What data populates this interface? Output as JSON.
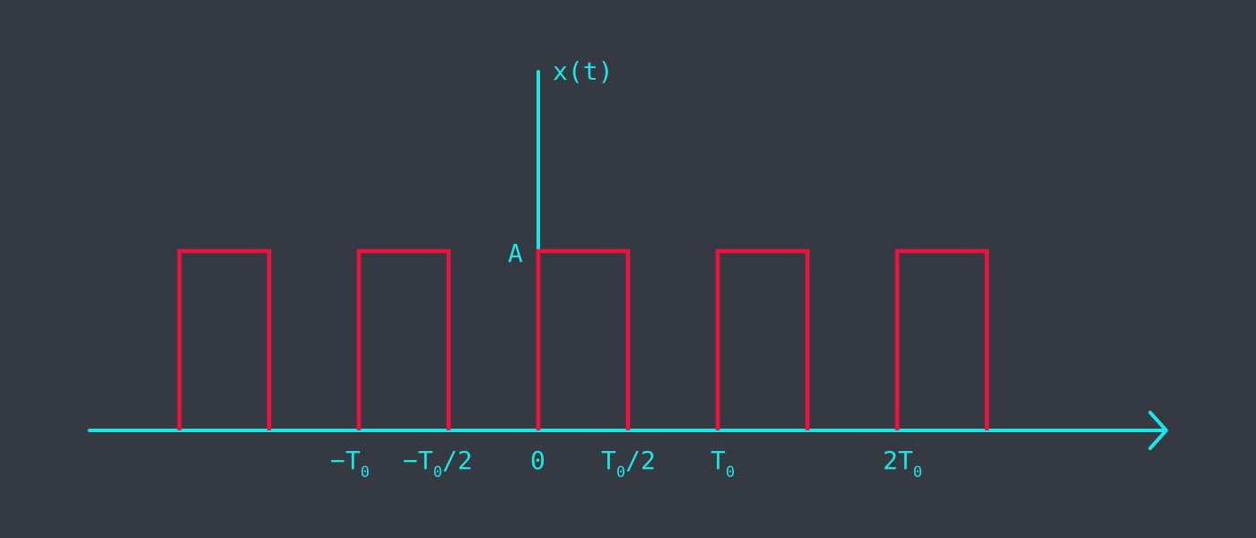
{
  "colors": {
    "background": "#353941",
    "axis": "#19e6e6",
    "signal": "#f0123c"
  },
  "y_axis_label": "x(t)",
  "amplitude_label": "A",
  "tick_labels": [
    {
      "main": "−T",
      "sub": "0",
      "tail": ""
    },
    {
      "main": "−T",
      "sub": "0",
      "tail": "/2"
    },
    {
      "main": "0",
      "sub": "",
      "tail": ""
    },
    {
      "main": "T",
      "sub": "0",
      "tail": "/2"
    },
    {
      "main": "T",
      "sub": "0",
      "tail": ""
    },
    {
      "main": "2T",
      "sub": "0",
      "tail": ""
    }
  ],
  "chart_data": {
    "type": "line",
    "signal": "periodic rectangular pulse train",
    "period": "T0",
    "amplitude": "A",
    "pulses": [
      {
        "start": -1.0,
        "end": -0.75
      },
      {
        "start": -0.5,
        "end": -0.25
      },
      {
        "start": 0.0,
        "end": 0.25
      },
      {
        "start": 0.5,
        "end": 0.75
      },
      {
        "start": 1.0,
        "end": 1.25
      }
    ]
  }
}
